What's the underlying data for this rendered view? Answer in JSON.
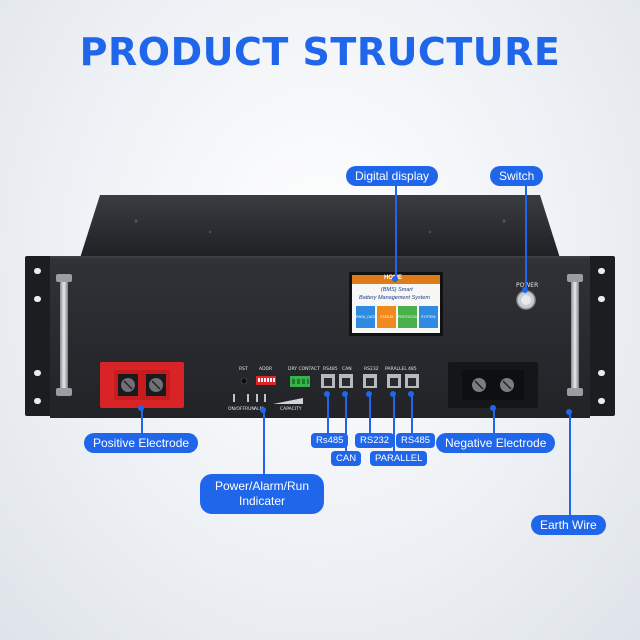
{
  "title": "PRODUCT STRUCTURE",
  "callouts": {
    "digital_display": "Digital display",
    "switch": "Switch",
    "positive_electrode": "Positive Electrode",
    "negative_electrode": "Negative Electrode",
    "indicator": "Power/Alarm/Run Indicater",
    "earth_wire": "Earth Wire",
    "rs485_left": "Rs485",
    "can": "CAN",
    "rs232": "RS232",
    "parallel": "PARALLEL",
    "rs485_right": "RS485"
  },
  "panel_labels": {
    "power": "POWER",
    "rst": "RST",
    "addr": "ADDR",
    "dry_contact": "DRY CONTACT",
    "rs485": "RS485",
    "can": "CAN",
    "rs232": "RS232",
    "parallel": "PARALLEL",
    "p485": "485",
    "onoff": "ON/OFF",
    "run": "RUN",
    "alm": "ALM",
    "capacity": "CAPACITY"
  },
  "screen": {
    "header": "HOME",
    "line1": "(BMS) Smart",
    "line2": "Battery Management System",
    "tiles": [
      "PARA_DATA",
      "STATUS",
      "PROTOCOL",
      "SYSTEM"
    ]
  },
  "colors": {
    "accent": "#1f66ea",
    "chassis": "#2b2d31",
    "positive_terminal": "#e0262a",
    "tiles": [
      "#2f8ae0",
      "#f08a1c",
      "#4cb04a",
      "#2f8ae0"
    ]
  }
}
